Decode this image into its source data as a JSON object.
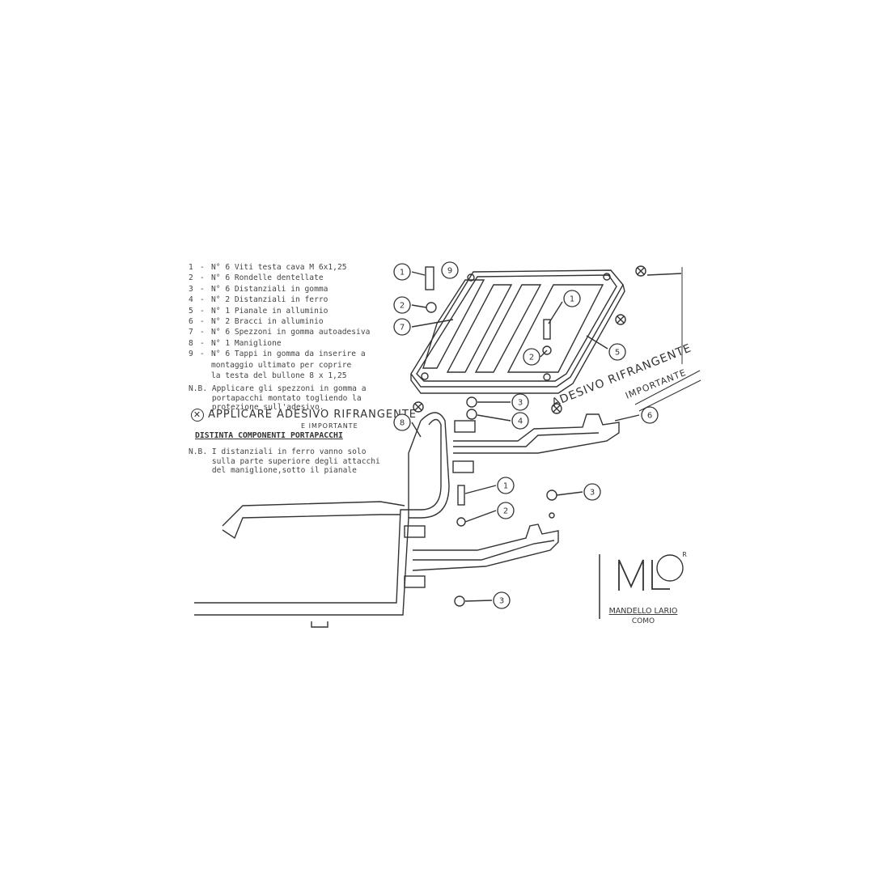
{
  "components_list": [
    {
      "num": "1",
      "text": "N° 6 Viti testa cava M 6x1,25"
    },
    {
      "num": "2",
      "text": "N° 6 Rondelle dentellate"
    },
    {
      "num": "3",
      "text": "N° 6 Distanziali in gomma"
    },
    {
      "num": "4",
      "text": "N° 2 Distanziali in ferro"
    },
    {
      "num": "5",
      "text": "N° 1 Pianale in alluminio"
    },
    {
      "num": "6",
      "text": "N° 2 Bracci in alluminio"
    },
    {
      "num": "7",
      "text": "N° 6 Spezzoni in gomma autoadesiva"
    },
    {
      "num": "8",
      "text": "N° 1 Maniglione"
    },
    {
      "num": "9",
      "text": "N° 6 Tappi in gomma da inserire a\nmontaggio ultimato per coprire\nla testa del bullone 8 x 1,25"
    }
  ],
  "note1": "N.B. Applicare gli spezzoni in gomma a\n     portapacchi montato togliendo la\n     protezione sull'adesivo.",
  "handwritten_left": "APPLICARE ADESIVO RIFRANGENTE",
  "handwritten_left_sub": "E IMPORTANTE",
  "section_title": "DISTINTA COMPONENTI PORTAPACCHI",
  "note2": "N.B. I distanziali in ferro vanno solo\n     sulla parte superiore degli attacchi\n     del maniglione,sotto il pianale",
  "handwritten_right": "ADESIVO RIFRANGENTE",
  "handwritten_right_sub": "IMPORTANTE",
  "callouts": [
    "1",
    "2",
    "7",
    "1",
    "2",
    "5",
    "3",
    "4",
    "6",
    "8",
    "1",
    "2",
    "3",
    "3",
    "9"
  ],
  "logo": {
    "letters": "M.L.",
    "registered": "R",
    "company": "MANDELLO LARIO",
    "city": "COMO"
  }
}
